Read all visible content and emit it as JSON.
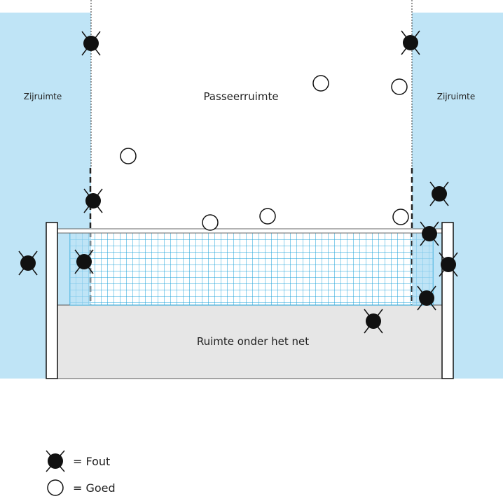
{
  "labels": {
    "left_zone": "Zijruimte",
    "right_zone": "Zijruimte",
    "passing_zone": "Passeerruimte",
    "under_net": "Ruimte onder het net"
  },
  "legend": {
    "fault": "= Fout",
    "good": "= Goed"
  },
  "colors": {
    "side_zone": "#bfe4f6",
    "under_net": "#e6e6e6",
    "net_grid": "#1aa0d8",
    "fault": "#111111",
    "good": "#ffffff"
  },
  "balls": [
    {
      "kind": "fault",
      "zone": "left-side-upper"
    },
    {
      "kind": "fault",
      "zone": "right-side-upper"
    },
    {
      "kind": "good",
      "zone": "passing-zone"
    },
    {
      "kind": "good",
      "zone": "passing-zone"
    },
    {
      "kind": "good",
      "zone": "passing-zone"
    },
    {
      "kind": "fault",
      "zone": "antenna-left"
    },
    {
      "kind": "fault",
      "zone": "right-side"
    },
    {
      "kind": "good",
      "zone": "passing-zone"
    },
    {
      "kind": "good",
      "zone": "passing-zone"
    },
    {
      "kind": "good",
      "zone": "passing-zone"
    },
    {
      "kind": "fault",
      "zone": "antenna-right"
    },
    {
      "kind": "fault",
      "zone": "outside-left"
    },
    {
      "kind": "fault",
      "zone": "net-left"
    },
    {
      "kind": "fault",
      "zone": "outside-right"
    },
    {
      "kind": "fault",
      "zone": "net-right"
    },
    {
      "kind": "fault",
      "zone": "under-net"
    }
  ]
}
